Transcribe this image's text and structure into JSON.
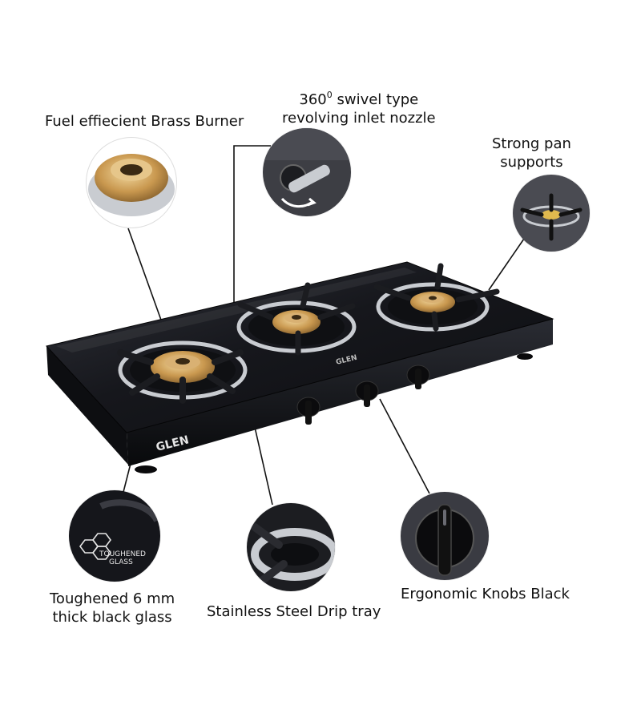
{
  "features": {
    "burner": "Fuel effiecient Brass Burner",
    "nozzle_line1_prefix": "360",
    "nozzle_line1_sup": "0",
    "nozzle_line1_suffix": " swivel type",
    "nozzle_line2": "revolving inlet nozzle",
    "pan_supports_line1": "Strong pan",
    "pan_supports_line2": "supports",
    "glass_line1": "Toughened 6 mm",
    "glass_line2": "thick black glass",
    "drip_tray": "Stainless Steel Drip tray",
    "knobs": "Ergonomic Knobs Black"
  },
  "product": {
    "brand": "GLEN",
    "glass_badge_line1": "TOUGHENED",
    "glass_badge_line2": "GLASS"
  },
  "icons": [
    "brass-burner-icon",
    "swivel-nozzle-icon",
    "pan-support-icon",
    "toughened-glass-icon",
    "drip-tray-icon",
    "knob-icon"
  ],
  "colors": {
    "glass": "#15161b",
    "brass": "#c8a05a",
    "steel": "#c9ccd1",
    "callout_bg": "#2d2e33"
  }
}
